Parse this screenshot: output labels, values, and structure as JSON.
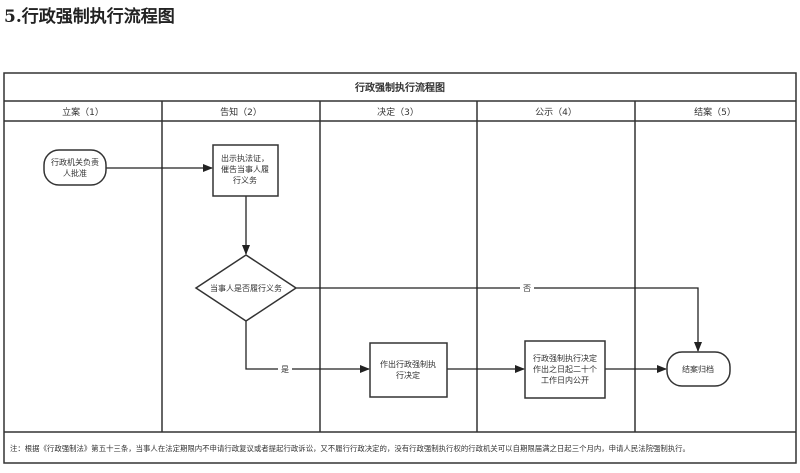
{
  "page_title": "5.行政强制执行流程图",
  "diagram": {
    "title": "行政强制执行流程图",
    "lanes": [
      "立案（1）",
      "告知（2）",
      "决定（3）",
      "公示（4）",
      "结案（5）"
    ],
    "nodes": {
      "start": [
        "行政机关负责",
        "人批准"
      ],
      "notify": [
        "出示执法证，",
        "催告当事人履",
        "行义务"
      ],
      "decision": "当事人是否履行义务",
      "make_decision": [
        "作出行政强制执",
        "行决定"
      ],
      "publicize": [
        "行政强制执行决定",
        "作出之日起二十个",
        "工作日内公开"
      ],
      "end": "结案归档"
    },
    "edge_labels": {
      "no": "否",
      "yes": "是"
    },
    "note": "注：根据《行政强制法》第五十三条，当事人在法定期限内不申请行政复议或者提起行政诉讼，又不履行行政决定的，没有行政强制执行权的行政机关可以自期限届满之日起三个月内，申请人民法院强制执行。"
  }
}
